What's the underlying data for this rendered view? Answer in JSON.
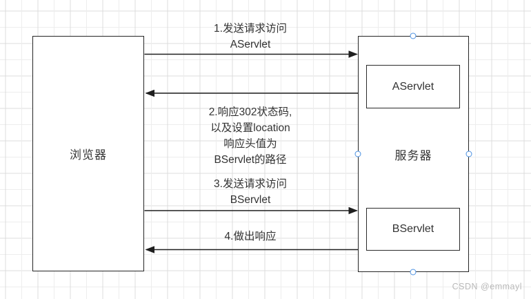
{
  "nodes": {
    "browser": {
      "label": "浏览器"
    },
    "server": {
      "label": "服务器"
    },
    "aservlet": {
      "label": "AServlet"
    },
    "bservlet": {
      "label": "BServlet"
    }
  },
  "arrows": [
    {
      "step": 1,
      "direction": "browser-to-server",
      "label": "1.发送请求访问\nAServlet"
    },
    {
      "step": 2,
      "direction": "server-to-browser",
      "label": "2.响应302状态码,\n以及设置location\n响应头值为\nBServlet的路径"
    },
    {
      "step": 3,
      "direction": "browser-to-server",
      "label": "3.发送请求访问\nBServlet"
    },
    {
      "step": 4,
      "direction": "server-to-browser",
      "label": "4.做出响应"
    }
  ],
  "watermark": "CSDN @emmayl",
  "colors": {
    "line": "#1f1f1f",
    "handle_blue": "#4a90e2",
    "text": "#333333",
    "watermark_gray": "#b9b9b9",
    "grid_major": "#dcdcdc",
    "grid_minor": "#ededed"
  }
}
